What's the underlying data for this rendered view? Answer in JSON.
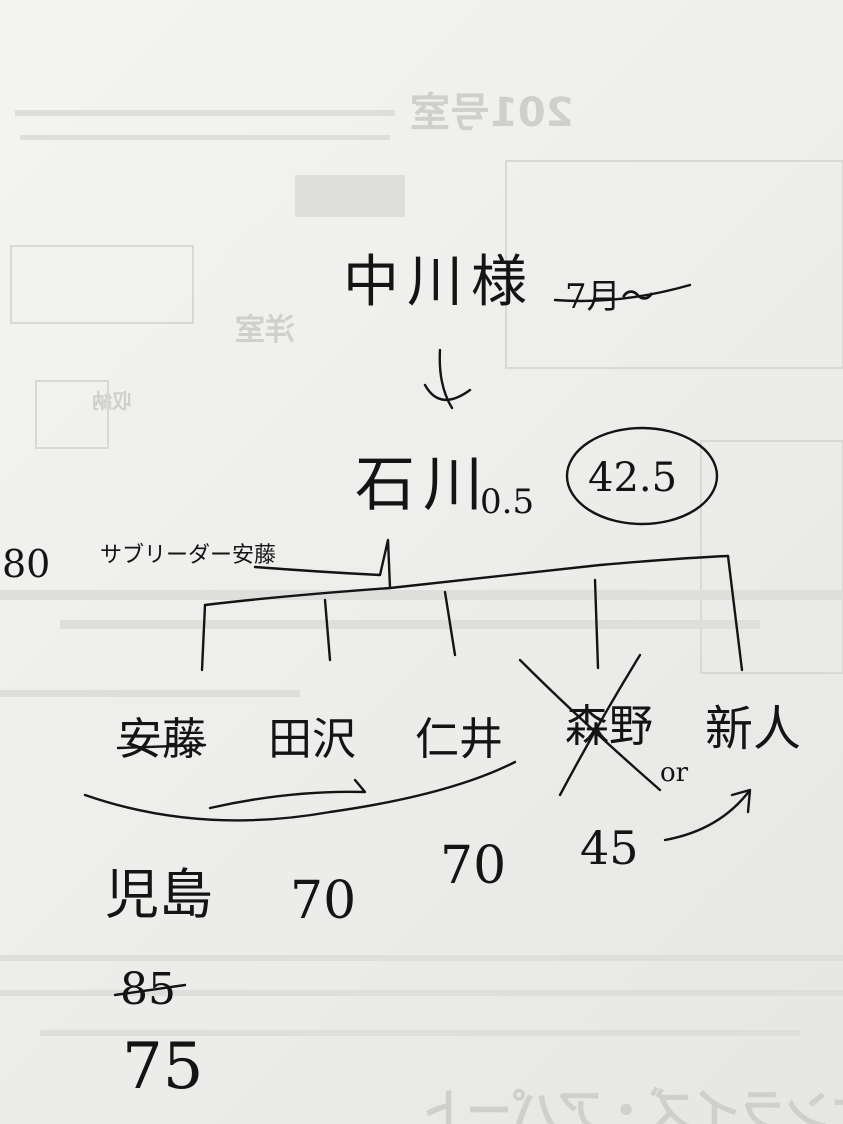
{
  "note": {
    "top_name": "中川様",
    "top_date": "7月〜",
    "mid_name": "石川",
    "mid_ratio": "0.5",
    "mid_circled": "42.5",
    "side_number": "80",
    "side_label": "サブリーダー安藤",
    "branches": [
      {
        "name": "安藤",
        "struck": true
      },
      {
        "name": "田沢",
        "struck": false
      },
      {
        "name": "仁井",
        "struck": false
      },
      {
        "name": "森野",
        "struck": true
      },
      {
        "name": "新人",
        "struck": false
      }
    ],
    "or_text": "or",
    "score_forty_five": "45",
    "score_seventy_a": "70",
    "score_seventy_b": "70",
    "lower_name": "児島",
    "struck_score": "85",
    "final_score": "75"
  },
  "background_print": {
    "header": "201号室",
    "room_label": "洋室",
    "closet_label": "収納",
    "company": "サンライズ・アパート"
  },
  "colors": {
    "ink": "#141414",
    "paper": "#f0f0ee",
    "show_through": "#cfcfcd"
  }
}
